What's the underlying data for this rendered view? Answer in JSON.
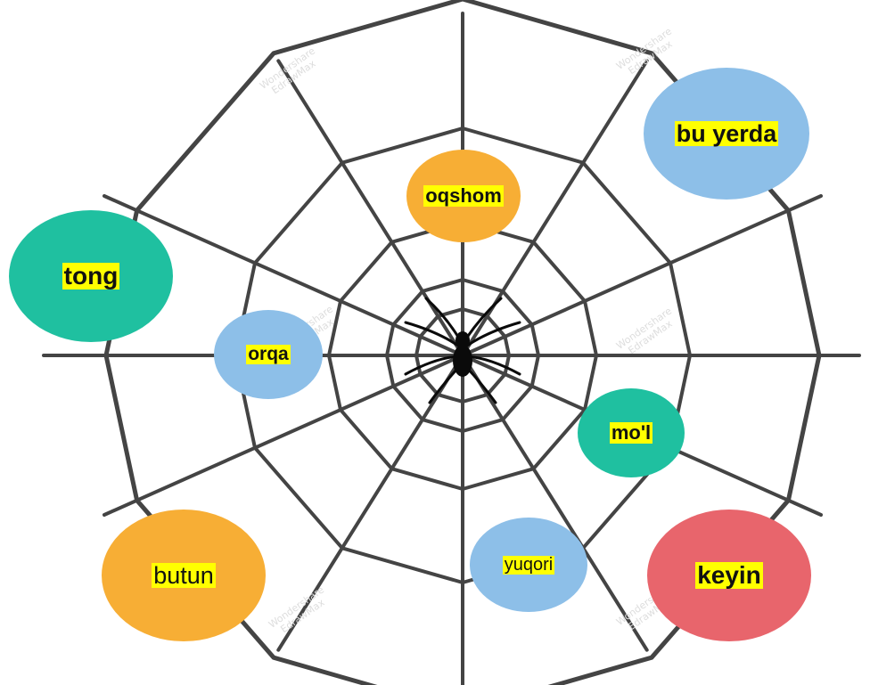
{
  "colors": {
    "web_line": "#444444",
    "spider": "#0a0a0a",
    "highlight": "#ffff00",
    "teal": "#1fc0a0",
    "orange": "#f7ae35",
    "blue": "#8dbfe8",
    "red": "#e8656c"
  },
  "words": [
    {
      "id": "tong",
      "text": "tong",
      "color": "#1fc0a0"
    },
    {
      "id": "oqshom",
      "text": "oqshom",
      "color": "#f7ae35"
    },
    {
      "id": "bu-yerda",
      "text": "bu yerda",
      "color": "#8dbfe8"
    },
    {
      "id": "orqa",
      "text": "orqa",
      "color": "#8dbfe8"
    },
    {
      "id": "mol",
      "text": "mo'l",
      "color": "#1fc0a0"
    },
    {
      "id": "butun",
      "text": "butun",
      "color": "#f7ae35"
    },
    {
      "id": "yuqori",
      "text": "yuqori",
      "color": "#8dbfe8"
    },
    {
      "id": "keyin",
      "text": "keyin",
      "color": "#e8656c"
    }
  ],
  "watermark": {
    "line1": "Wondershare",
    "line2": "EdrawMax"
  }
}
